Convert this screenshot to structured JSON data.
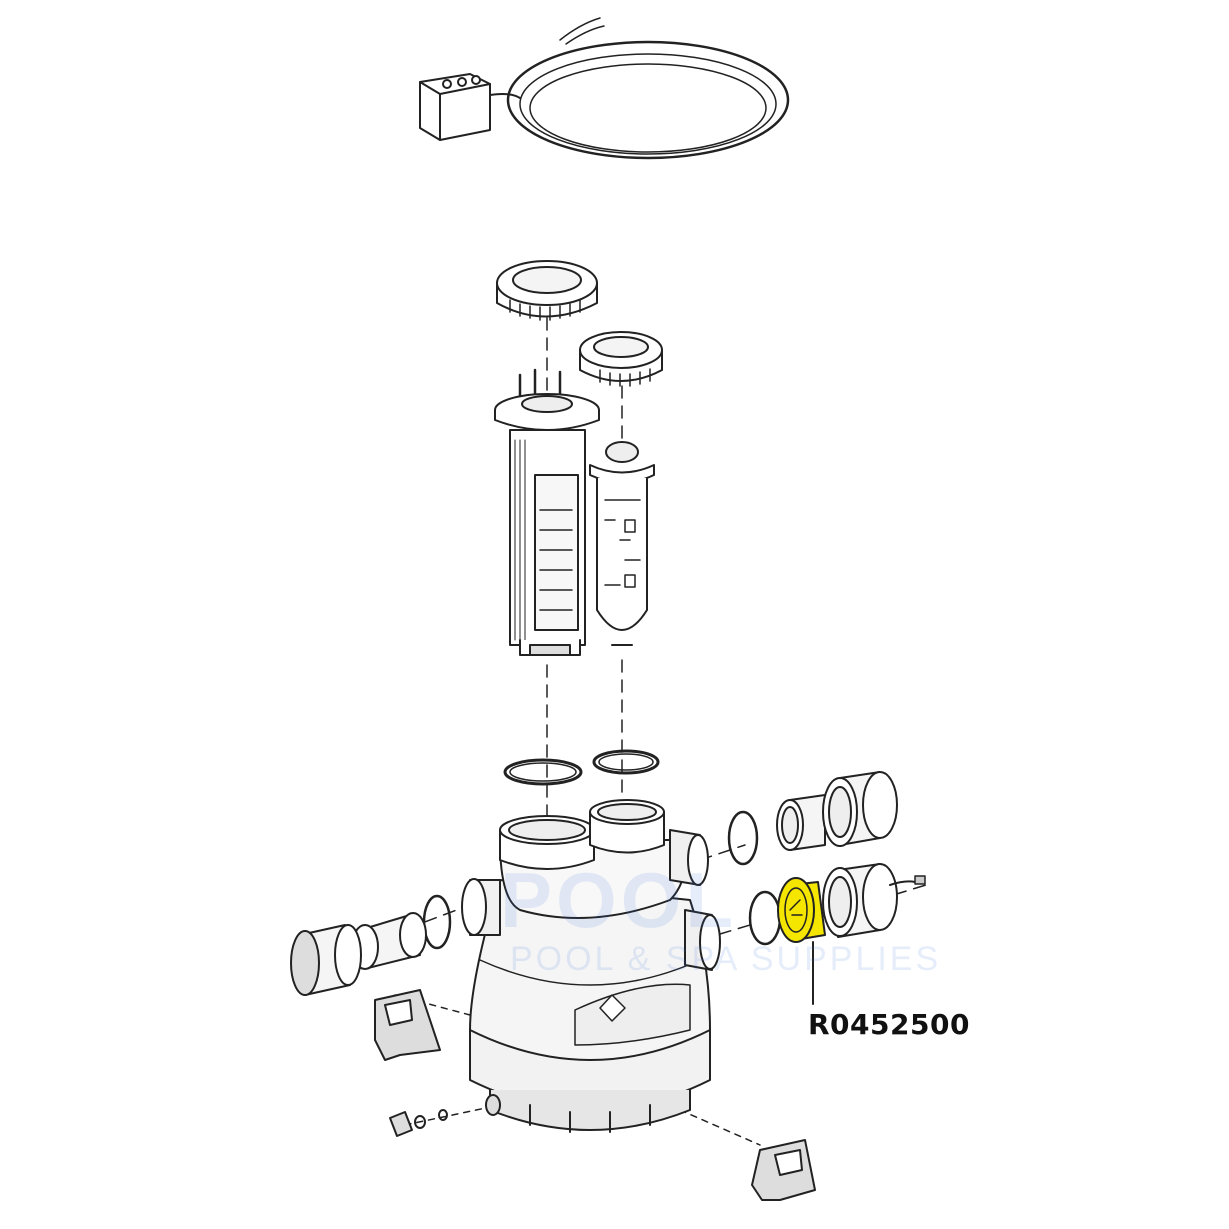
{
  "diagram": {
    "type": "exploded-parts-diagram",
    "callout": {
      "part_number": "R0452500",
      "highlight_color": "#f5e600"
    },
    "watermark": {
      "line1": "POOL",
      "line2": "POOL & SPA SUPPLIES"
    },
    "line_color": "#222222"
  }
}
